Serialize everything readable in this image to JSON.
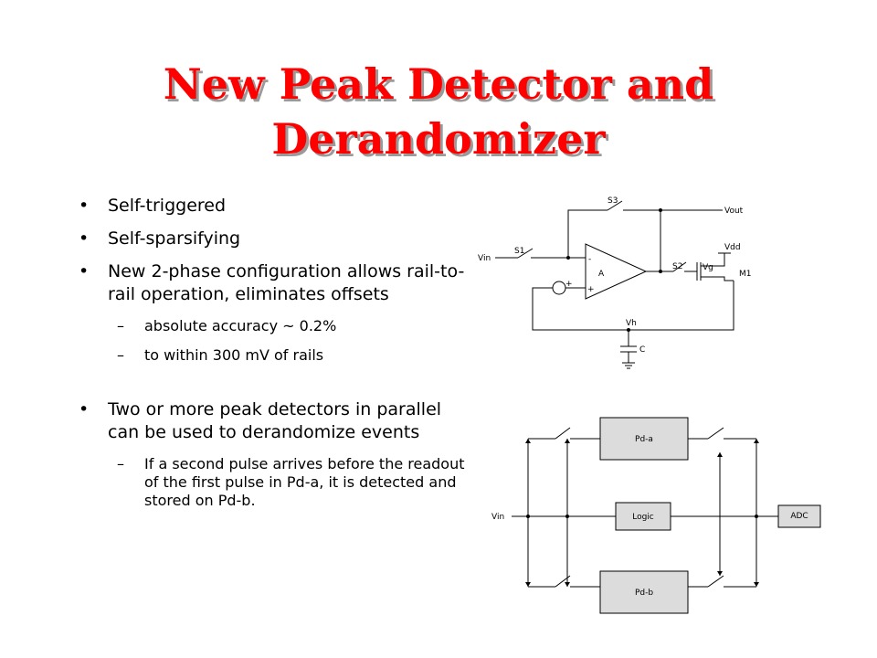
{
  "slide": {
    "title_line1": "New Peak Detector and",
    "title_line2": "Derandomizer",
    "title_color": "#ff0000"
  },
  "bullets": {
    "bullet_glyph": "•",
    "dash_glyph": "–",
    "b1": "Self-triggered",
    "b2": "Self-sparsifying",
    "b3": "New 2-phase configuration allows rail-to-rail operation, eliminates offsets",
    "b3_sub1": "absolute accuracy ~ 0.2%",
    "b3_sub2": "to within 300 mV of rails",
    "b4": "Two or more peak detectors in parallel can be used to derandomize events",
    "b4_sub1": "If a second pulse arrives before the readout of the first pulse in Pd-a, it is detected and stored on Pd-b."
  },
  "schematic": {
    "s3": "S3",
    "vout": "Vout",
    "vin": "Vin",
    "s1": "S1",
    "amp": "A",
    "minus": "-",
    "plus": "+",
    "s2": "S2",
    "vg": "Vg",
    "vdd": "Vdd",
    "m1": "M1",
    "vh": "Vh",
    "cap": "C"
  },
  "block_diagram": {
    "vin": "Vin",
    "pda": "Pd-a",
    "logic": "Logic",
    "pdb": "Pd-b",
    "adc": "ADC"
  }
}
